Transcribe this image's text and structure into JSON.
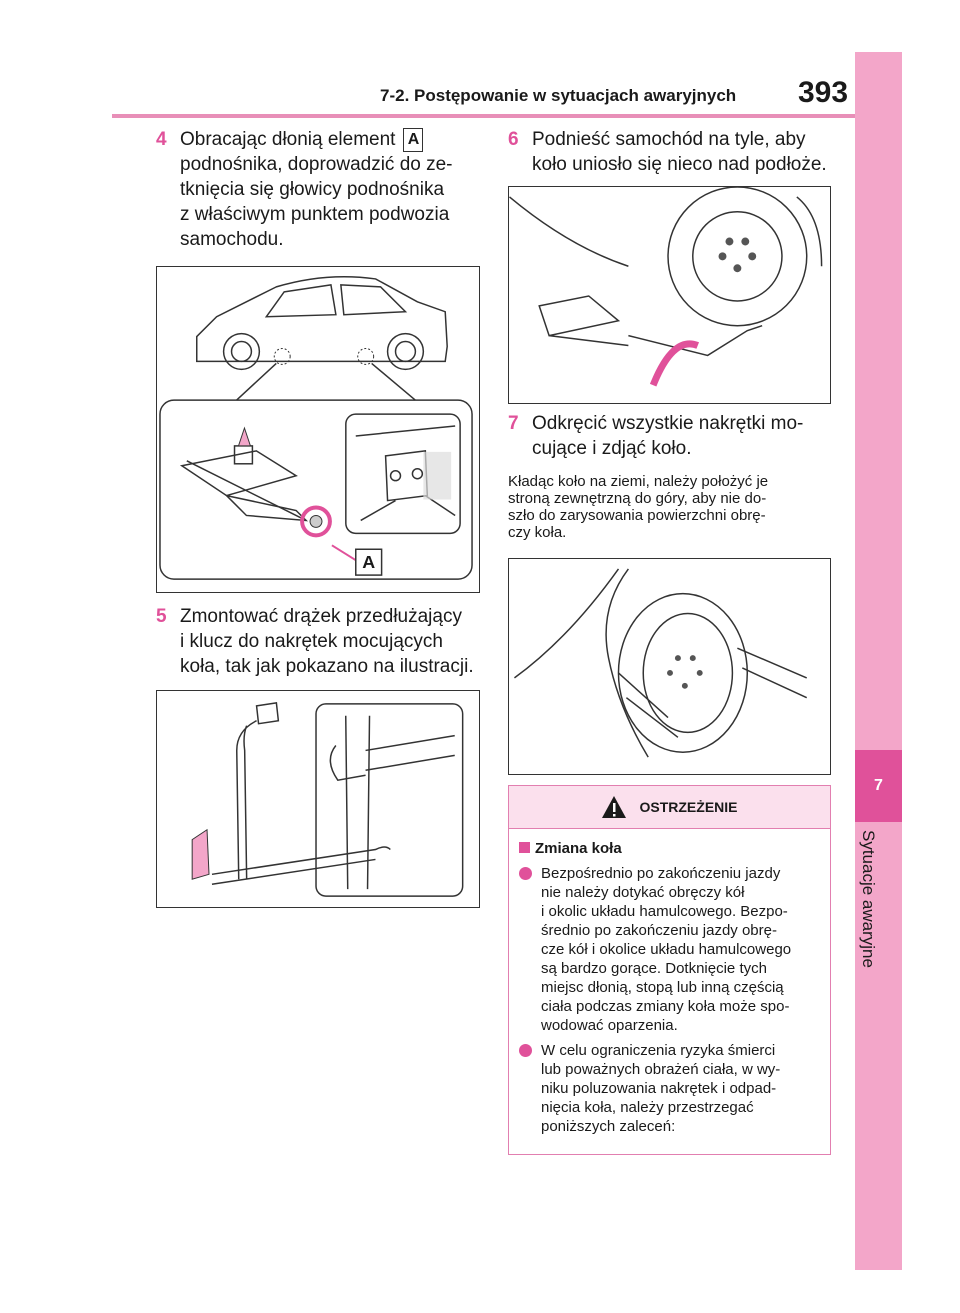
{
  "header": {
    "title": "7-2. Postępowanie w sytuacjach awaryjnych",
    "page_number": "393"
  },
  "side_tab": {
    "number": "7",
    "label": "Sytuacje awaryjne"
  },
  "steps": [
    {
      "num": "4",
      "text": "Obracając dłonią element",
      "text2": "podnośnika, doprowadzić do ze-",
      "text3": "tknięcia się głowicy podnośnika",
      "text4": "z właściwym punktem podwozia",
      "text5": "samochodu.",
      "badge": "A"
    },
    {
      "num": "5",
      "text": "Zmontować drążek przedłużający",
      "text2": "i klucz do nakrętek mocujących",
      "text3": "koła, tak jak pokazano na ilustracji."
    },
    {
      "num": "6",
      "text": "Podnieść samochód na tyle, aby",
      "text2": "koło uniosło się nieco nad podłoże."
    },
    {
      "num": "7",
      "text": "Odkręcić wszystkie nakrętki mo-",
      "text2": "cujące i zdjąć koło."
    }
  ],
  "note": {
    "l1": "Kładąc koło na ziemi, należy położyć je",
    "l2": "stroną zewnętrzną do góry, aby nie do-",
    "l3": "szło do zarysowania powierzchni obrę-",
    "l4": "czy koła."
  },
  "figure1": {
    "callout": "A"
  },
  "warning": {
    "title": "OSTRZEŻENIE",
    "subheading": "Zmiana koła",
    "b1": [
      "Bezpośrednio po zakończeniu jazdy",
      "nie należy dotykać obręczy kół",
      "i okolic układu hamulcowego. Bezpo-",
      "średnio po zakończeniu jazdy obrę-",
      "cze kół i okolice układu hamulcowego",
      "są bardzo gorące. Dotknięcie tych",
      "miejsc dłonią, stopą lub inną częścią",
      "ciała podczas zmiany koła może spo-",
      "wodować oparzenia."
    ],
    "b2": [
      "W celu ograniczenia ryzyka śmierci",
      "lub poważnych obrażeń ciała, w wy-",
      "niku poluzowania nakrętek i odpad-",
      "nięcia koła, należy przestrzegać",
      "poniższych zaleceń:"
    ]
  },
  "colors": {
    "accent": "#e0519a",
    "tab": "#f3a6c9",
    "rule": "#e88fb8"
  }
}
